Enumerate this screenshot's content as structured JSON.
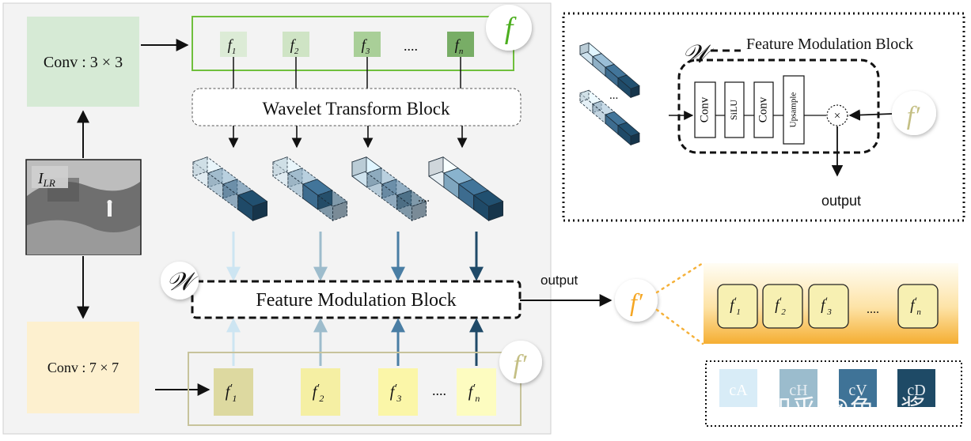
{
  "left_panel": {
    "conv3_label": "Conv : 3 × 3",
    "conv7_label": "Conv : 7 × 7",
    "ilr_label": "I",
    "ilr_sub": "LR"
  },
  "top_features": {
    "f_label": "f",
    "items": [
      {
        "main": "f",
        "sub": "1",
        "color": "#dcebd6"
      },
      {
        "main": "f",
        "sub": "2",
        "color": "#cfe4c5"
      },
      {
        "main": "f",
        "sub": "3",
        "color": "#a9cf98"
      },
      {
        "main": "f",
        "sub": "n",
        "color": "#78ad66"
      }
    ],
    "ellipsis": "...."
  },
  "wavelet_block_label": "Wavelet Transform Block",
  "cube_ellipsis": "....",
  "fmb": {
    "w_label": "𝒲",
    "label": "Feature Modulation Block",
    "output_label": "output"
  },
  "bottom_features": {
    "f_prime_label": "f′",
    "items": [
      {
        "main": "f",
        "sub": "1",
        "color": "#ddd9a0"
      },
      {
        "main": "f",
        "sub": "2",
        "color": "#f5efa3"
      },
      {
        "main": "f",
        "sub": "3",
        "color": "#fbf6a8"
      },
      {
        "main": "f",
        "sub": "n",
        "color": "#fdfcc0"
      }
    ],
    "ellipsis": "...."
  },
  "result": {
    "f_prime_label": "f′",
    "items": [
      {
        "main": "f",
        "sub": "1"
      },
      {
        "main": "f",
        "sub": "2"
      },
      {
        "main": "f",
        "sub": "3"
      },
      {
        "main": "f",
        "sub": "n"
      }
    ],
    "ellipsis": "...."
  },
  "inset": {
    "w_label": "𝒲",
    "title": "Feature Modulation Block",
    "ops": [
      "Conv",
      "SiLU",
      "Conv",
      "Upsample"
    ],
    "multiply": "×",
    "f_prime_label": "f′",
    "output_label": "output",
    "ellipsis": "..."
  },
  "legend": {
    "items": [
      {
        "label": "cA",
        "color": "#d8ecf7"
      },
      {
        "label": "cH",
        "color": "#9bbccd"
      },
      {
        "label": "cV",
        "color": "#3f7397"
      },
      {
        "label": "cD",
        "color": "#1e4a66"
      }
    ]
  },
  "watermark": "知乎 @鱼子酱",
  "colors": {
    "conv3": "#d6ead5",
    "conv7": "#fdf0cf",
    "green_border": "#6fbf3c",
    "olive_border": "#c7c39b",
    "orange": "#f5b13a",
    "cube_c1": "#cfe3ee",
    "cube_c2": "#7fa6bf",
    "cube_c3": "#3d6c8f",
    "cube_c4": "#1f4a68"
  }
}
